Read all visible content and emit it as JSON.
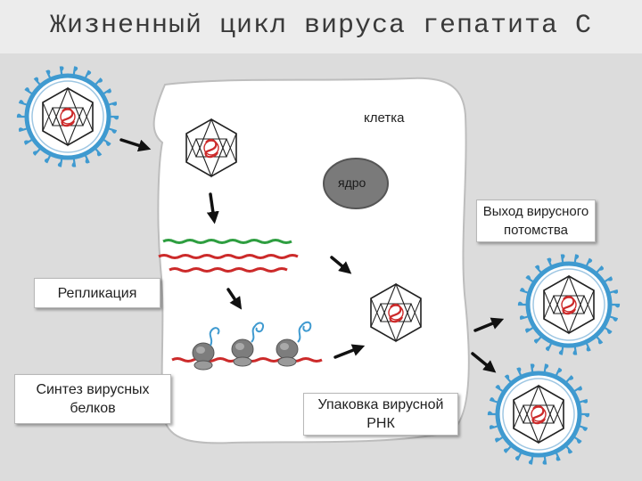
{
  "title": "Жизненный цикл вируса гепатита С",
  "labels": {
    "cell": "клетка",
    "nucleus": "ядро",
    "progeny_exit": "Выход вирусного потомства",
    "replication": "Репликация",
    "protein_synthesis": "Синтез вирусных белков",
    "rna_packaging": "Упаковка вирусной РНК"
  },
  "colors": {
    "background": "#dcdcdc",
    "cell": "#ffffff",
    "nucleus": "#7a7a7a",
    "envelope": "#3f9ad0",
    "rna_red": "#cc2a2a",
    "rna_green": "#2e9e40",
    "capsid": "#222222",
    "arrow": "#111111"
  },
  "icons": [
    "virion-icon",
    "capsid-icon",
    "ribosome-icon",
    "arrow-icon"
  ]
}
